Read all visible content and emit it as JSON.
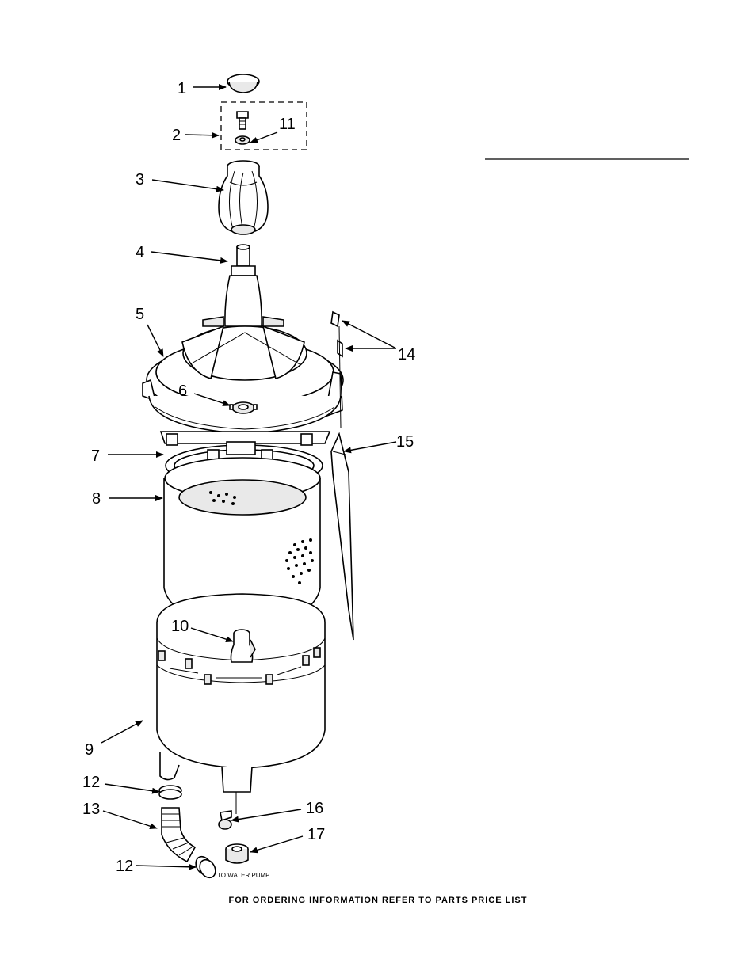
{
  "callouts": {
    "c1": "1",
    "c2": "2",
    "c3": "3",
    "c4": "4",
    "c5": "5",
    "c6": "6",
    "c7": "7",
    "c8": "8",
    "c9": "9",
    "c10": "10",
    "c11": "11",
    "c12a": "12",
    "c12b": "12",
    "c13": "13",
    "c14": "14",
    "c15": "15",
    "c16": "16",
    "c17": "17"
  },
  "pump_label": "TO WATER PUMP",
  "footer": "FOR ORDERING INFORMATION REFER TO PARTS PRICE LIST"
}
